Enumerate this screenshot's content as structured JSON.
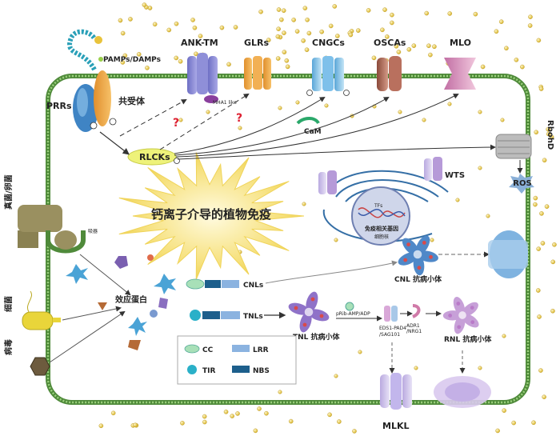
{
  "receptors": {
    "prrs": "PRRs",
    "pamps": "PAMPs/DAMPs",
    "coreceptor": "共受体",
    "rlcks": "RLCKs",
    "cam": "CaM"
  },
  "channels": {
    "ank_tm": "ANK-TM",
    "mha1": "MHA1 like",
    "glrs": "GLRs",
    "cngcs": "CNGCs",
    "oscas": "OSCAs",
    "mlo": "MLO",
    "rbohd": "RbohD",
    "ros": "ROS"
  },
  "center": {
    "title": "钙离子介导的植物免疫"
  },
  "nucleus": {
    "wts": "WTS",
    "tfs": "TFs",
    "genes": "免疫相关基因",
    "nucleus_label": "细胞核"
  },
  "pathogens": {
    "fungi": "真菌/卵菌",
    "haustorium": "吸器",
    "bacteria": "细菌",
    "virus": "病毒",
    "effectors": "效应蛋白"
  },
  "nlr": {
    "cnls": "CNLs",
    "tnls": "TNLs",
    "cnl_resistosome": "CNL 抗病小体",
    "tnl_resistosome": "TNL 抗病小体",
    "prib": "pRib-AMP/ADP",
    "eds1": "EDS1-PAD4",
    "sag101": "/SAG101",
    "adr1": "ADR1",
    "nrg1": "/NRG1",
    "rnl_resistosome": "RNL 抗病小体",
    "mlkl": "MLKL"
  },
  "legend": {
    "cc": "CC",
    "lrr": "LRR",
    "tir": "TIR",
    "nbs": "NBS"
  },
  "colors": {
    "membrane": "#7fb069",
    "membrane_dark": "#4f8a3a",
    "ion": "#e6c84a",
    "burst": "#f5dc6a",
    "cnl_cyan": "#2ab0c8",
    "nbs_navy": "#1d5f8c",
    "lrr_blue": "#8bb3e0"
  }
}
